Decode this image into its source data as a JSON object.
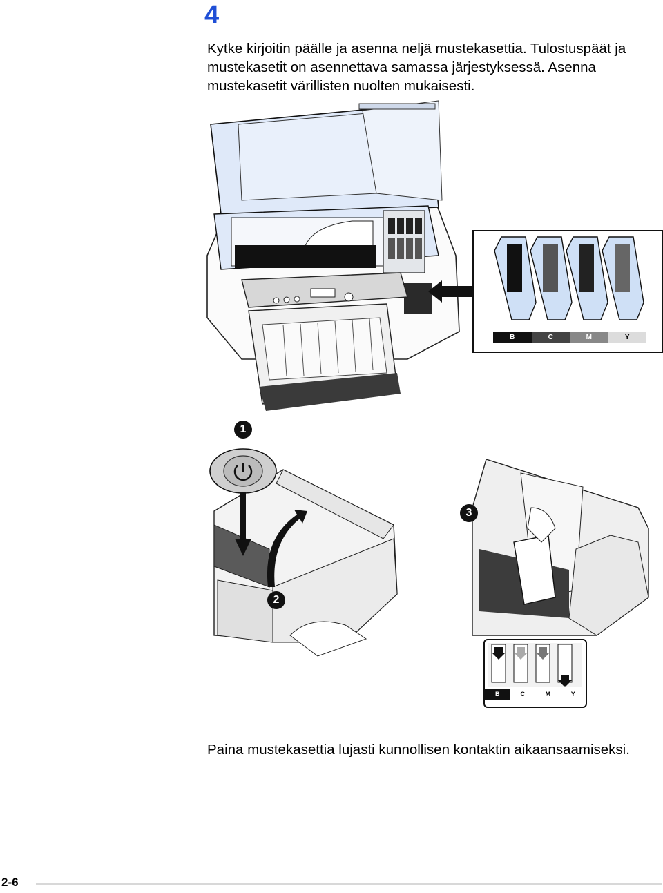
{
  "step": {
    "number": "4"
  },
  "intro_text": "Kytke kirjoitin päälle ja asenna neljä mustekasettia. Tulostuspäät ja mustekasetit on asennettava samassa järjestyksessä. Asenna mustekasetit värillisten nuolten mukaisesti.",
  "figure_main": {
    "color_bar": [
      "B",
      "C",
      "M",
      "Y"
    ]
  },
  "figure_steps": {
    "badge_1": "1",
    "badge_2": "2",
    "badge_3": "3",
    "slot_labels": [
      "B",
      "C",
      "M",
      "Y"
    ]
  },
  "caption_text": "Paina mustekasettia lujasti kunnollisen kontaktin aikaansaamiseksi.",
  "footer": {
    "page_number": "2-6"
  },
  "colors": {
    "step_number": "#1f4fd6",
    "printer_lid": "#dfe9f9",
    "footer_rule": "#d8d8d8"
  }
}
